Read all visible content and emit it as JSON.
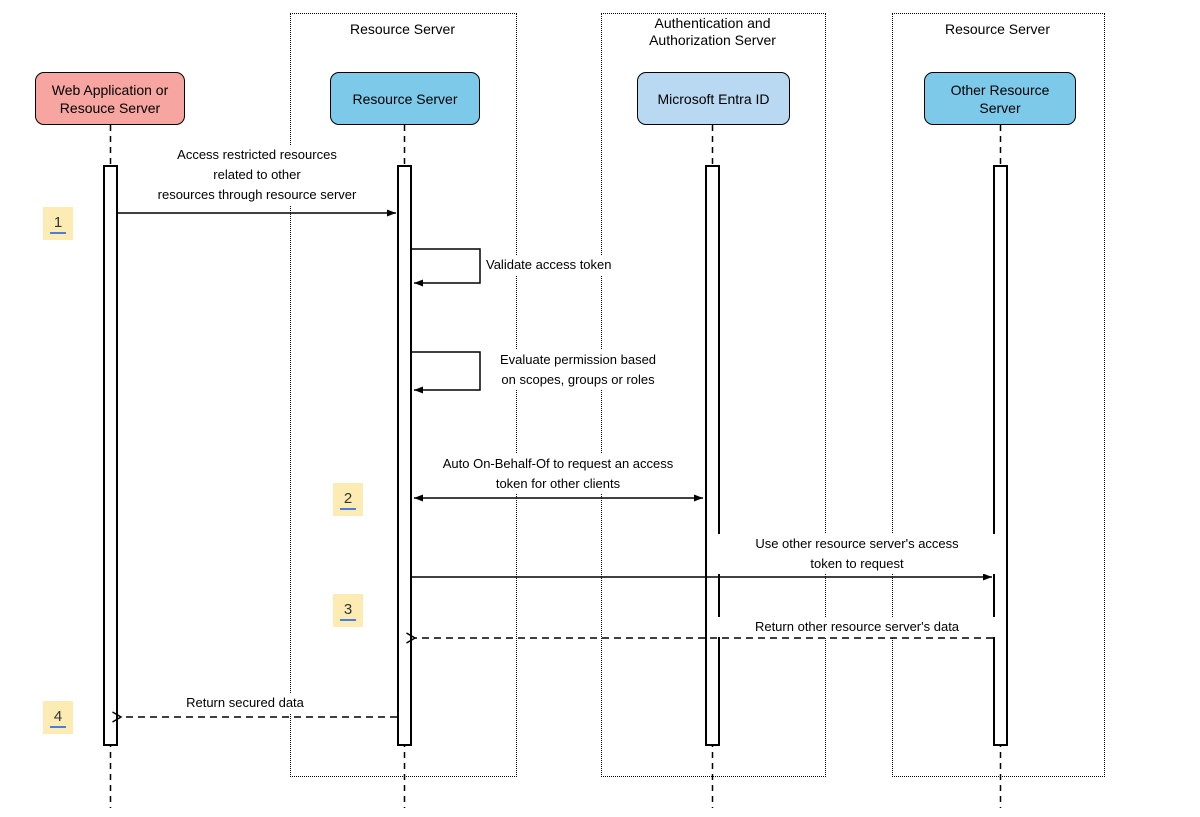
{
  "groups": [
    {
      "title": "Resource Server"
    },
    {
      "title": "Authentication and\nAuthorization Server"
    },
    {
      "title": "Resource Server"
    }
  ],
  "actors": [
    {
      "label": "Web Application or\nResouce Server"
    },
    {
      "label": "Resource Server"
    },
    {
      "label": "Microsoft Entra ID"
    },
    {
      "label": "Other Resource\nServer"
    }
  ],
  "messages": {
    "m1": {
      "badge": "1",
      "label": "Access restricted resources\nrelated to other\nresources through resource server"
    },
    "self1": {
      "label": "Validate access token"
    },
    "self2": {
      "label": "Evaluate permission based\non scopes, groups or roles"
    },
    "m2": {
      "badge": "2",
      "label": "Auto On-Behalf-Of to request an access\ntoken for other clients"
    },
    "m3": {
      "badge": "3",
      "label": "Use other resource server's access\ntoken to request"
    },
    "m4": {
      "label": "Return other resource server's data"
    },
    "m5": {
      "badge": "4",
      "label": "Return secured data"
    }
  },
  "colors": {
    "actor_pink": "#f7a5a0",
    "actor_blue": "#7cc9ea",
    "actor_light_blue": "#b9d8f1",
    "badge_background": "#fcecb3",
    "badge_underline": "#4a7fdb",
    "stroke": "#000000"
  }
}
